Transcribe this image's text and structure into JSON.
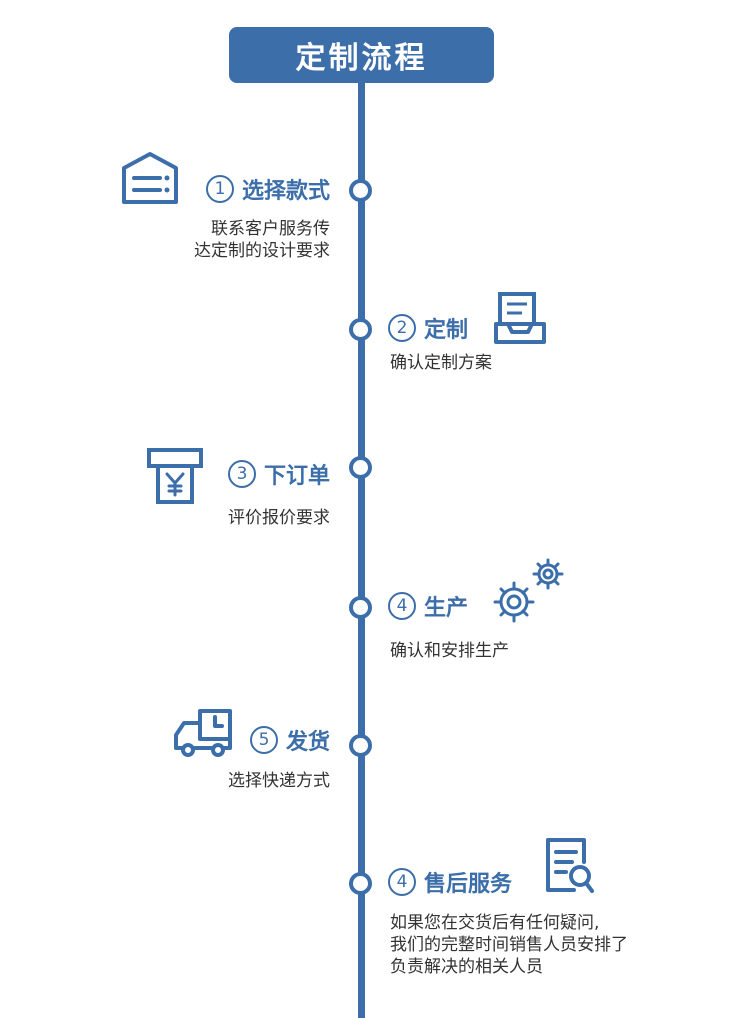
{
  "title": "定制流程",
  "colors": {
    "primary": "#3c6eaa",
    "text": "#333333",
    "background": "#ffffff"
  },
  "steps": [
    {
      "number": "1",
      "title": "选择款式",
      "icon": "store-icon",
      "description": [
        "联系客户服务传",
        "达定制的设计要求"
      ]
    },
    {
      "number": "2",
      "title": "定制",
      "icon": "inbox-tray-icon",
      "description": [
        "确认定制方案"
      ]
    },
    {
      "number": "3",
      "title": "下订单",
      "icon": "yuan-receipt-icon",
      "description": [
        "评价报价要求"
      ]
    },
    {
      "number": "4",
      "title": "生产",
      "icon": "gears-icon",
      "description": [
        "确认和安排生产"
      ]
    },
    {
      "number": "5",
      "title": "发货",
      "icon": "delivery-truck-icon",
      "description": [
        "选择快递方式"
      ]
    },
    {
      "number": "4",
      "title": "售后服务",
      "icon": "document-search-icon",
      "description": [
        "如果您在交货后有任何疑问,",
        "我们的完整时间销售人员安排了",
        "负责解决的相关人员"
      ]
    }
  ]
}
